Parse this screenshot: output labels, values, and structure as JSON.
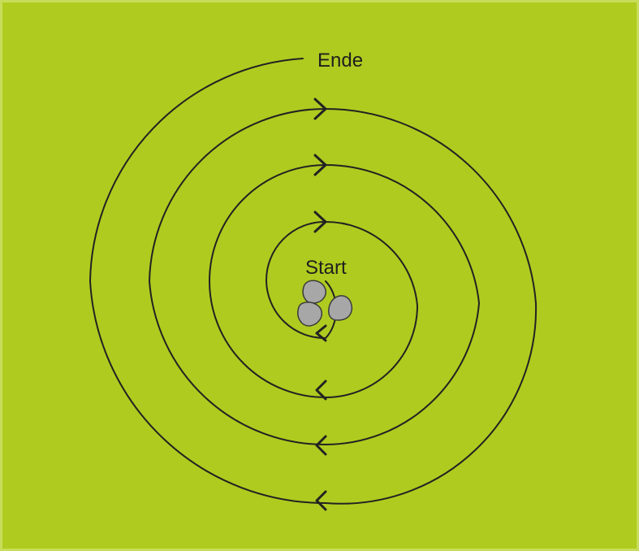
{
  "labels": {
    "start": "Start",
    "end": "Ende"
  },
  "colors": {
    "background": "#afcb1f",
    "line": "#222222",
    "stone_fill": "#a7a7a7",
    "stone_outline": "#3a3a3a"
  },
  "diagram": {
    "type": "spiral-path",
    "direction_markers": 7,
    "stones": 3
  }
}
